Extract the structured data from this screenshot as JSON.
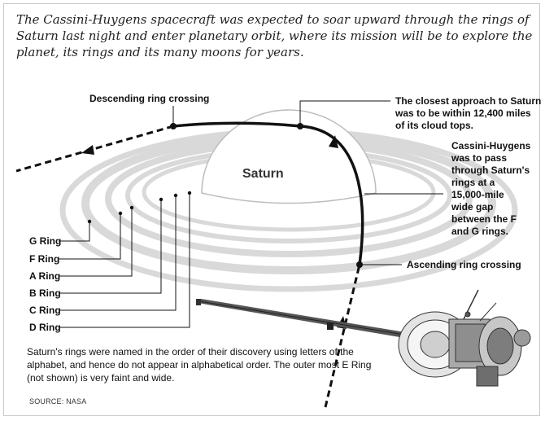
{
  "intro": "The Cassini-Huygens spacecraft was expected to soar upward through the rings of Saturn last night and enter planetary orbit, where its mission will be to explore the planet, its rings and its many moons for years.",
  "labels": {
    "descending": "Descending ring crossing",
    "closest_1": "The closest approach to Saturn",
    "closest_2": "was to be within 12,400 miles",
    "closest_3": "of its cloud tops.",
    "pass_1": "Cassini-Huygens",
    "pass_2": "was to pass",
    "pass_3": "through Saturn's",
    "pass_4": "rings at a",
    "pass_5": "15,000-mile",
    "pass_6": "wide gap",
    "pass_7": "between the F",
    "pass_8": "and G rings.",
    "ascending": "Ascending ring crossing",
    "saturn": "Saturn"
  },
  "rings": [
    "G Ring",
    "F Ring",
    "A Ring",
    "B Ring",
    "C Ring",
    "D Ring"
  ],
  "note": "Saturn's rings were named in the order of their discovery using letters of the alphabet, and hence do not appear in alphabetical order. The outer most E Ring (not shown) is very faint and wide.",
  "source": "SOURCE: NASA"
}
